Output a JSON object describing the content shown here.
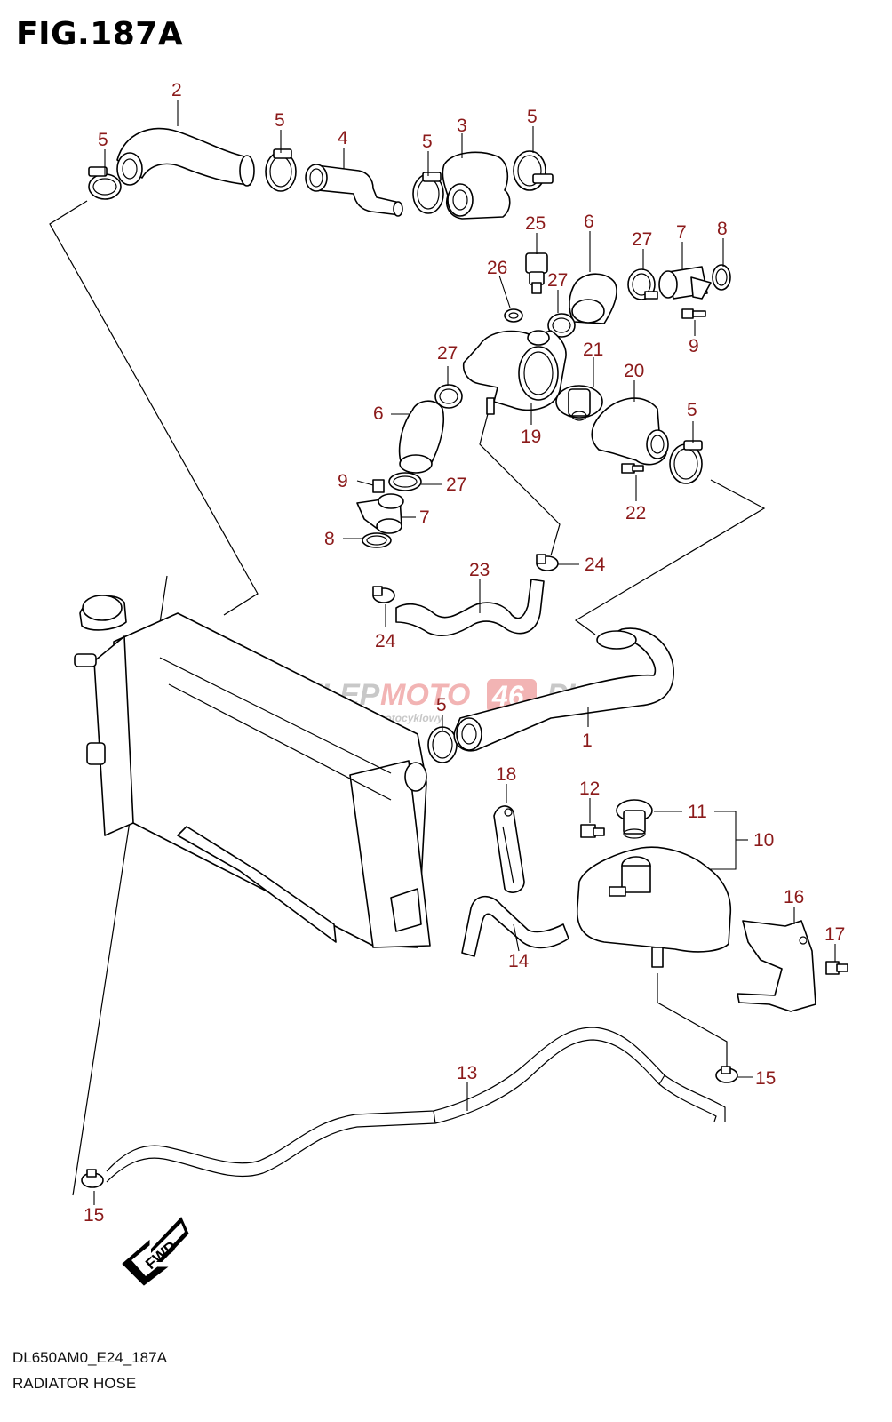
{
  "figure": {
    "title": "FIG.187A",
    "code": "DL650AM0_E24_187A",
    "name": "RADIATOR HOSE"
  },
  "watermark": {
    "brand_a": "SKLEP",
    "brand_b": "MOTO",
    "brand_c": "46",
    "brand_d": ".PL",
    "tagline": "internetowy sklep motocyklowy",
    "color_main": "#c8c8c8",
    "color_accent": "#f2b4b4"
  },
  "fwd_label": "FWD",
  "label_color": "#8b1a1a",
  "callouts": [
    {
      "id": "c2",
      "text": "2"
    },
    {
      "id": "c5a",
      "text": "5"
    },
    {
      "id": "c5b",
      "text": "5"
    },
    {
      "id": "c4",
      "text": "4"
    },
    {
      "id": "c5c",
      "text": "5"
    },
    {
      "id": "c3",
      "text": "3"
    },
    {
      "id": "c5d",
      "text": "5"
    },
    {
      "id": "c25",
      "text": "25"
    },
    {
      "id": "c26",
      "text": "26"
    },
    {
      "id": "c6a",
      "text": "6"
    },
    {
      "id": "c27a",
      "text": "27"
    },
    {
      "id": "c7a",
      "text": "7"
    },
    {
      "id": "c8a",
      "text": "8"
    },
    {
      "id": "c27b",
      "text": "27"
    },
    {
      "id": "c9a",
      "text": "9"
    },
    {
      "id": "c27c",
      "text": "27"
    },
    {
      "id": "c21",
      "text": "21"
    },
    {
      "id": "c20",
      "text": "20"
    },
    {
      "id": "c6b",
      "text": "6"
    },
    {
      "id": "c19",
      "text": "19"
    },
    {
      "id": "c5e",
      "text": "5"
    },
    {
      "id": "c9b",
      "text": "9"
    },
    {
      "id": "c27d",
      "text": "27"
    },
    {
      "id": "c22",
      "text": "22"
    },
    {
      "id": "c7b",
      "text": "7"
    },
    {
      "id": "c8b",
      "text": "8"
    },
    {
      "id": "c23",
      "text": "23"
    },
    {
      "id": "c24a",
      "text": "24"
    },
    {
      "id": "c24b",
      "text": "24"
    },
    {
      "id": "c5f",
      "text": "5"
    },
    {
      "id": "c1",
      "text": "1"
    },
    {
      "id": "c18",
      "text": "18"
    },
    {
      "id": "c12",
      "text": "12"
    },
    {
      "id": "c11",
      "text": "11"
    },
    {
      "id": "c10",
      "text": "10"
    },
    {
      "id": "c16",
      "text": "16"
    },
    {
      "id": "c17",
      "text": "17"
    },
    {
      "id": "c14",
      "text": "14"
    },
    {
      "id": "c13",
      "text": "13"
    },
    {
      "id": "c15a",
      "text": "15"
    },
    {
      "id": "c15b",
      "text": "15"
    }
  ]
}
